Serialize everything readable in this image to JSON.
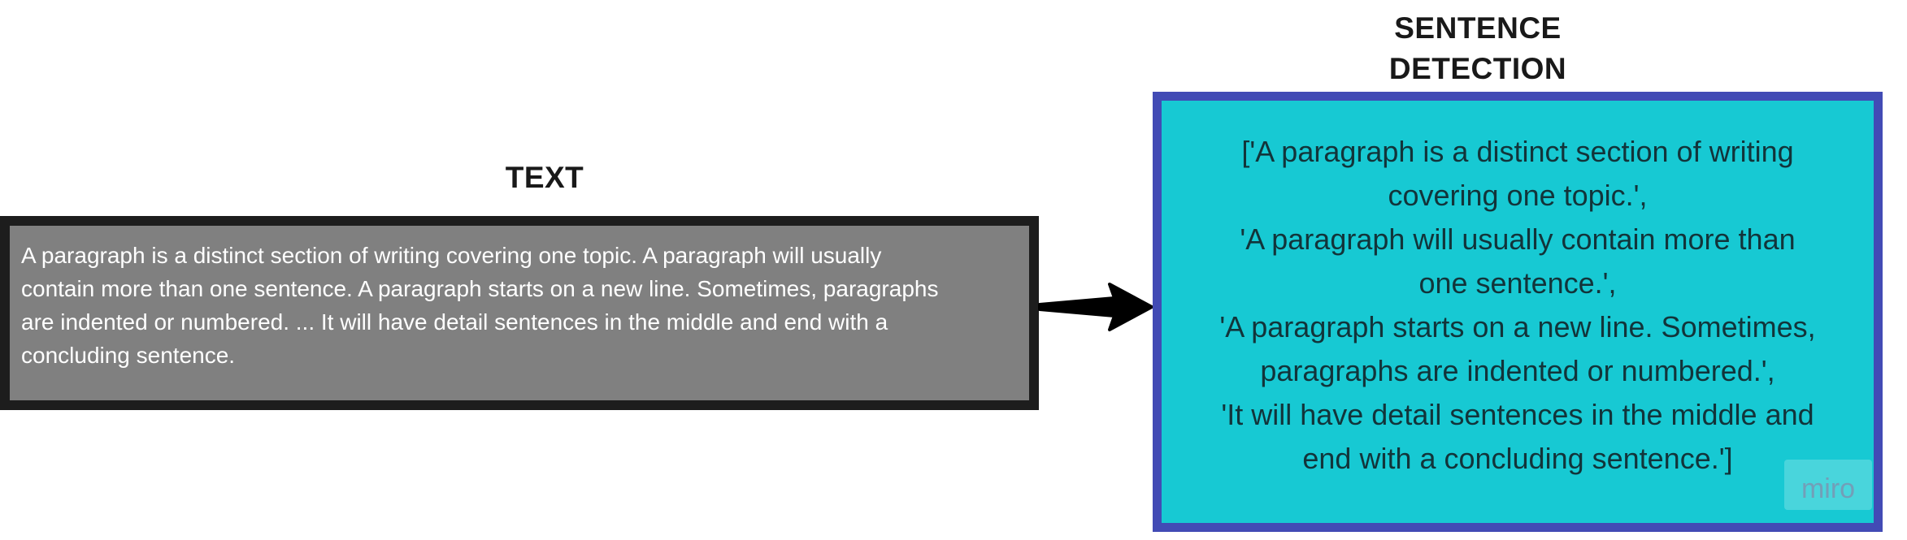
{
  "colors": {
    "page_bg": "#ffffff",
    "heading_color": "#191919",
    "text_box_fill": "#808080",
    "text_box_border": "#1d1d1d",
    "text_box_text": "#ffffff",
    "detection_box_fill": "#17c9d3",
    "detection_box_border": "#424bb5",
    "detection_box_text": "#12343a",
    "arrow_color": "#000000"
  },
  "text_section": {
    "heading": "TEXT",
    "lines": [
      "A paragraph is a distinct section of writing covering one topic. A paragraph will usually",
      "contain more than one sentence. A paragraph starts on a new line. Sometimes, paragraphs",
      "are indented or numbered. ... It will have detail sentences in the middle and end with a",
      "concluding sentence."
    ]
  },
  "detection_section": {
    "heading_lines": [
      "SENTENCE",
      "DETECTION"
    ],
    "lines": [
      "['A paragraph is a distinct section of writing",
      "covering one topic.',",
      "'A paragraph will usually contain more than",
      "one sentence.',",
      "'A paragraph starts on a new line. Sometimes,",
      "paragraphs are indented or numbered.',",
      "'It will have detail sentences in the middle and",
      "end with a concluding sentence.']"
    ]
  },
  "watermark": {
    "label": "miro"
  }
}
